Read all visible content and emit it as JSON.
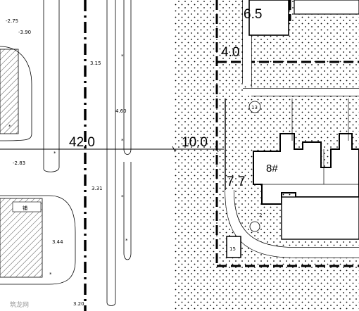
{
  "dimensions": {
    "road_width": "42.0",
    "setback_east": "10.0",
    "setback_north": "4.0",
    "corner_setback": "7.7",
    "top_dim": "6.5"
  },
  "labels": {
    "building_no": "8#",
    "circle_top": "13",
    "box_bottom": "15",
    "small_building": "铺",
    "gap_label": "2"
  },
  "elevations": [
    "-2.75",
    "-3.90",
    "3.15",
    "4.60",
    "-2.83",
    "3.31",
    "3.44",
    "3.20"
  ],
  "watermark": "筑龙网"
}
